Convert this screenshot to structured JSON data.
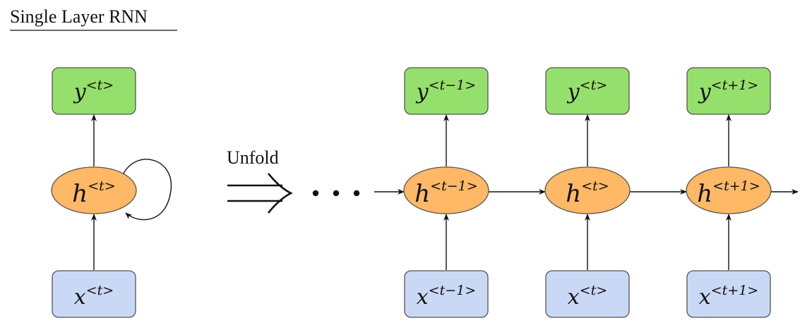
{
  "title": "Single Layer RNN",
  "unfold_label": "Unfold",
  "colors": {
    "output_fill": "#95e06c",
    "hidden_fill": "#ffb866",
    "input_fill": "#c9d8f5",
    "stroke": "#555555",
    "arrow": "#111111"
  },
  "folded": {
    "output": {
      "base": "y",
      "sup": "<t>"
    },
    "hidden": {
      "base": "h",
      "sup": "<t>"
    },
    "input": {
      "base": "x",
      "sup": "<t>"
    }
  },
  "unfolded": [
    {
      "output": {
        "base": "y",
        "sup": "<t−1>"
      },
      "hidden": {
        "base": "h",
        "sup": "<t−1>"
      },
      "input": {
        "base": "x",
        "sup": "<t−1>"
      }
    },
    {
      "output": {
        "base": "y",
        "sup": "<t>"
      },
      "hidden": {
        "base": "h",
        "sup": "<t>"
      },
      "input": {
        "base": "x",
        "sup": "<t>"
      }
    },
    {
      "output": {
        "base": "y",
        "sup": "<t+1>"
      },
      "hidden": {
        "base": "h",
        "sup": "<t+1>"
      },
      "input": {
        "base": "x",
        "sup": "<t+1>"
      }
    }
  ]
}
